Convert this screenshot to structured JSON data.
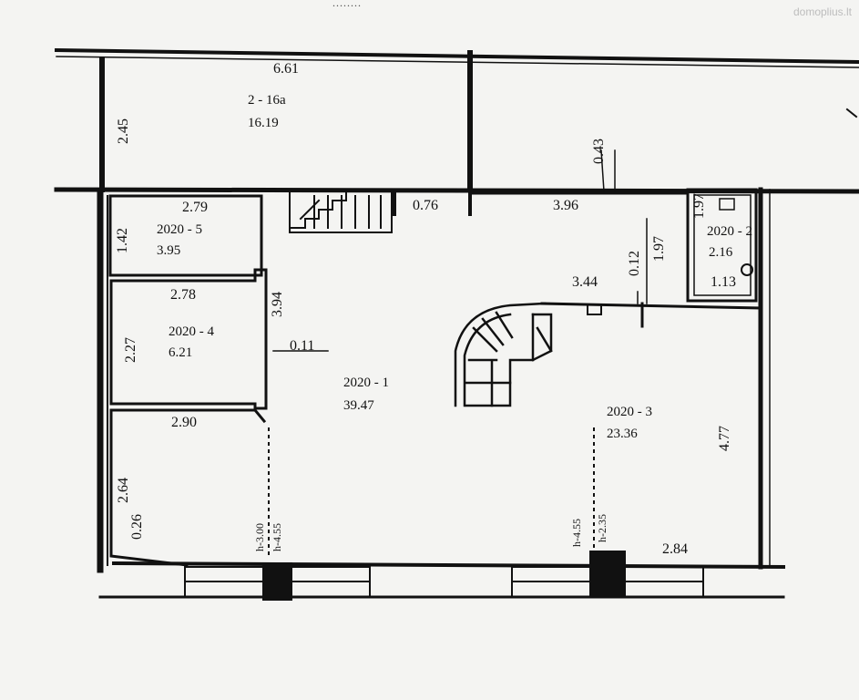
{
  "header_text": "........",
  "watermark": "domoplius.lt",
  "colors": {
    "ink": "#111111",
    "paper": "#f4f4f2"
  },
  "rooms": [
    {
      "id": "2-16a",
      "name": "2 - 16a",
      "area": "16.19"
    },
    {
      "id": "2020-5",
      "name": "2020 - 5",
      "area": "3.95"
    },
    {
      "id": "2020-4",
      "name": "2020 - 4",
      "area": "6.21"
    },
    {
      "id": "2020-1",
      "name": "2020 - 1",
      "area": "39.47"
    },
    {
      "id": "2020-3",
      "name": "2020 - 3",
      "area": "23.36"
    },
    {
      "id": "2020-2",
      "name": "2020 - 2",
      "area": "2.16"
    }
  ],
  "dimensions": {
    "d_661": "6.61",
    "d_245": "2.45",
    "d_043": "0.43",
    "d_279": "2.79",
    "d_142": "1.42",
    "d_076": "0.76",
    "d_396": "3.96",
    "d_197a": "1.97",
    "d_197b": "1.97",
    "d_012": "0.12",
    "d_113": "1.13",
    "d_278": "2.78",
    "d_394": "3.94",
    "d_227": "2.27",
    "d_011": "0.11",
    "d_344": "3.44",
    "d_290": "2.90",
    "d_264": "2.64",
    "d_026": "0.26",
    "d_477": "4.77",
    "d_284": "2.84"
  },
  "heights": {
    "h_left_1": "h-3.00",
    "h_left_2": "h-4.55",
    "h_right_1": "h-4.55",
    "h_right_2": "h-2.35"
  }
}
